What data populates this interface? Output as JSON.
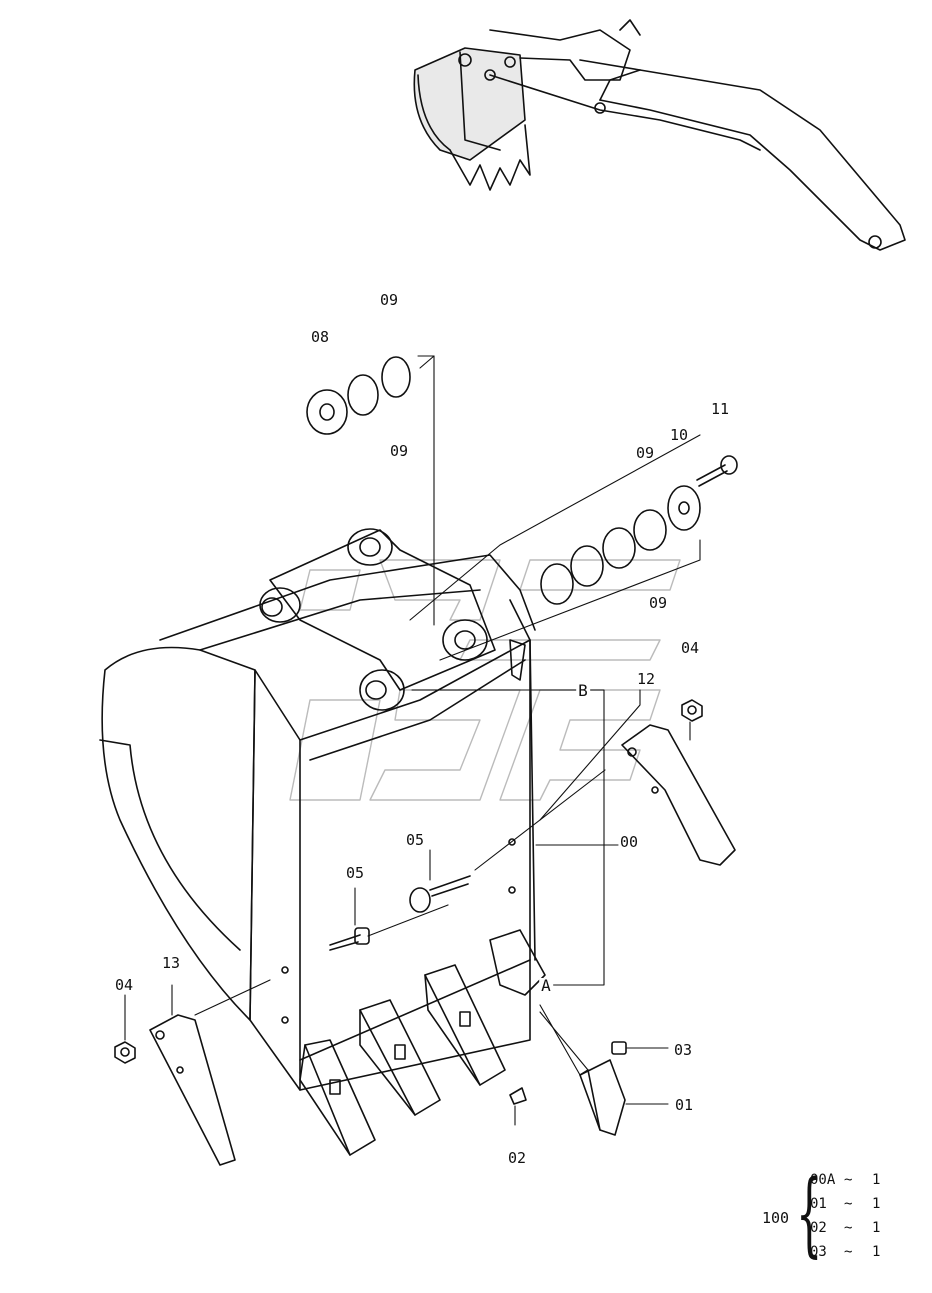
{
  "labels": {
    "p00": "00",
    "p01": "01",
    "p02": "02",
    "p03": "03",
    "p04a": "04",
    "p04b": "04",
    "p05a": "05",
    "p05b": "05",
    "p08": "08",
    "p09a": "09",
    "p09b": "09",
    "p09c": "09",
    "p09d": "09",
    "p10": "10",
    "p11": "11",
    "p12": "12",
    "p13": "13",
    "refA": "A",
    "refB": "B"
  },
  "quantity_table": {
    "parent": "100",
    "rows": [
      {
        "code": "00A",
        "sep": "~",
        "qty": "1"
      },
      {
        "code": "01",
        "sep": "~",
        "qty": "1"
      },
      {
        "code": "02",
        "sep": "~",
        "qty": "1"
      },
      {
        "code": "03",
        "sep": "~",
        "qty": "1"
      }
    ]
  }
}
